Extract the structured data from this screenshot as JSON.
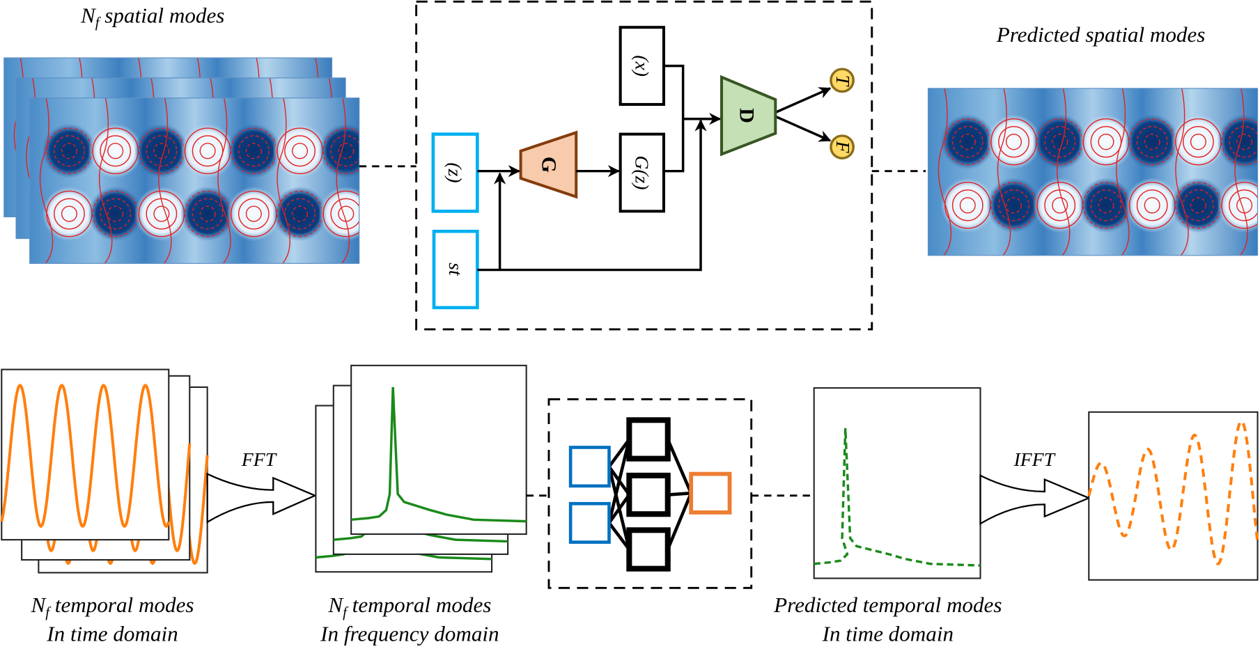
{
  "spatial_input": {
    "symbol": "N",
    "subscript": "f",
    "text": " spatial modes"
  },
  "spatial_output": {
    "title": "Predicted spatial modes"
  },
  "gan": {
    "noise_label": "(z)",
    "condition_label": "st",
    "generator_label": "G",
    "generated_label": "G(z)",
    "real_label": "(x)",
    "discriminator_label": "D",
    "true_label": "T",
    "false_label": "F"
  },
  "temporal": {
    "fft_label": "FFT",
    "ifft_label": "IFFT",
    "time_caption": {
      "symbol": "N",
      "subscript": "f",
      "line1": " temporal modes",
      "line2": "In time domain"
    },
    "freq_caption": {
      "symbol": "N",
      "subscript": "f",
      "line1": " temporal modes",
      "line2": "In frequency domain"
    },
    "pred_caption": {
      "line1": "Predicted temporal modes",
      "line2": "In time domain"
    }
  },
  "colors": {
    "input_box": "#00b0f0",
    "generator_fill": "#f8cbad",
    "generator_stroke": "#843c0c",
    "discriminator_fill": "#c5e0b4",
    "discriminator_stroke": "#385723",
    "output_node_fill": "#ffd966",
    "nn_input": "#0070c0",
    "nn_output": "#ed7d31",
    "time_signal": "#ff7f0e",
    "freq_signal": "#1a8a1a"
  }
}
